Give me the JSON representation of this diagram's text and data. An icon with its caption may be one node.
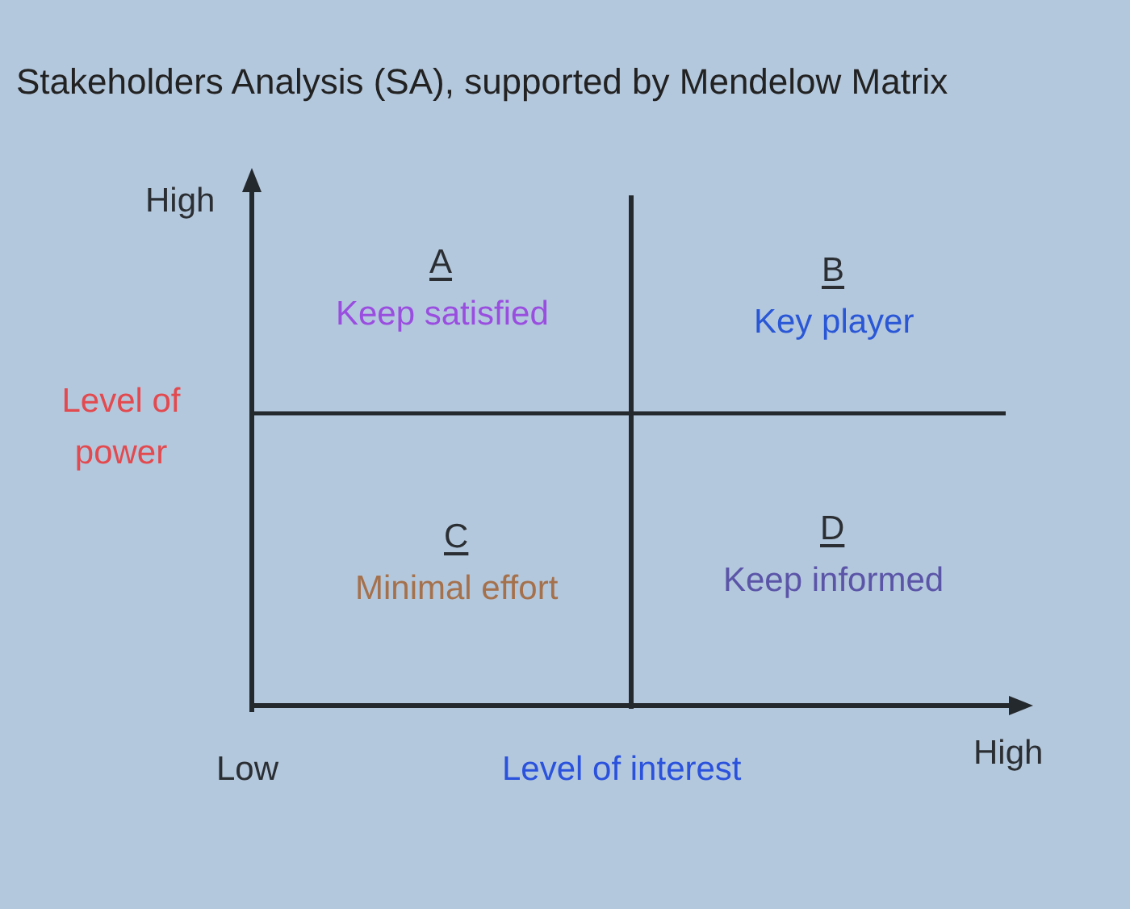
{
  "diagram": {
    "title": "Stakeholders Analysis (SA), supported by Mendelow Matrix",
    "labels": [
      "High",
      "A",
      "Keep satisfied",
      "B",
      "Key player",
      "Level of power",
      "C",
      "Minimal effort",
      "D",
      "Keep informed",
      "Low",
      "Level of interest",
      "High"
    ]
  }
}
